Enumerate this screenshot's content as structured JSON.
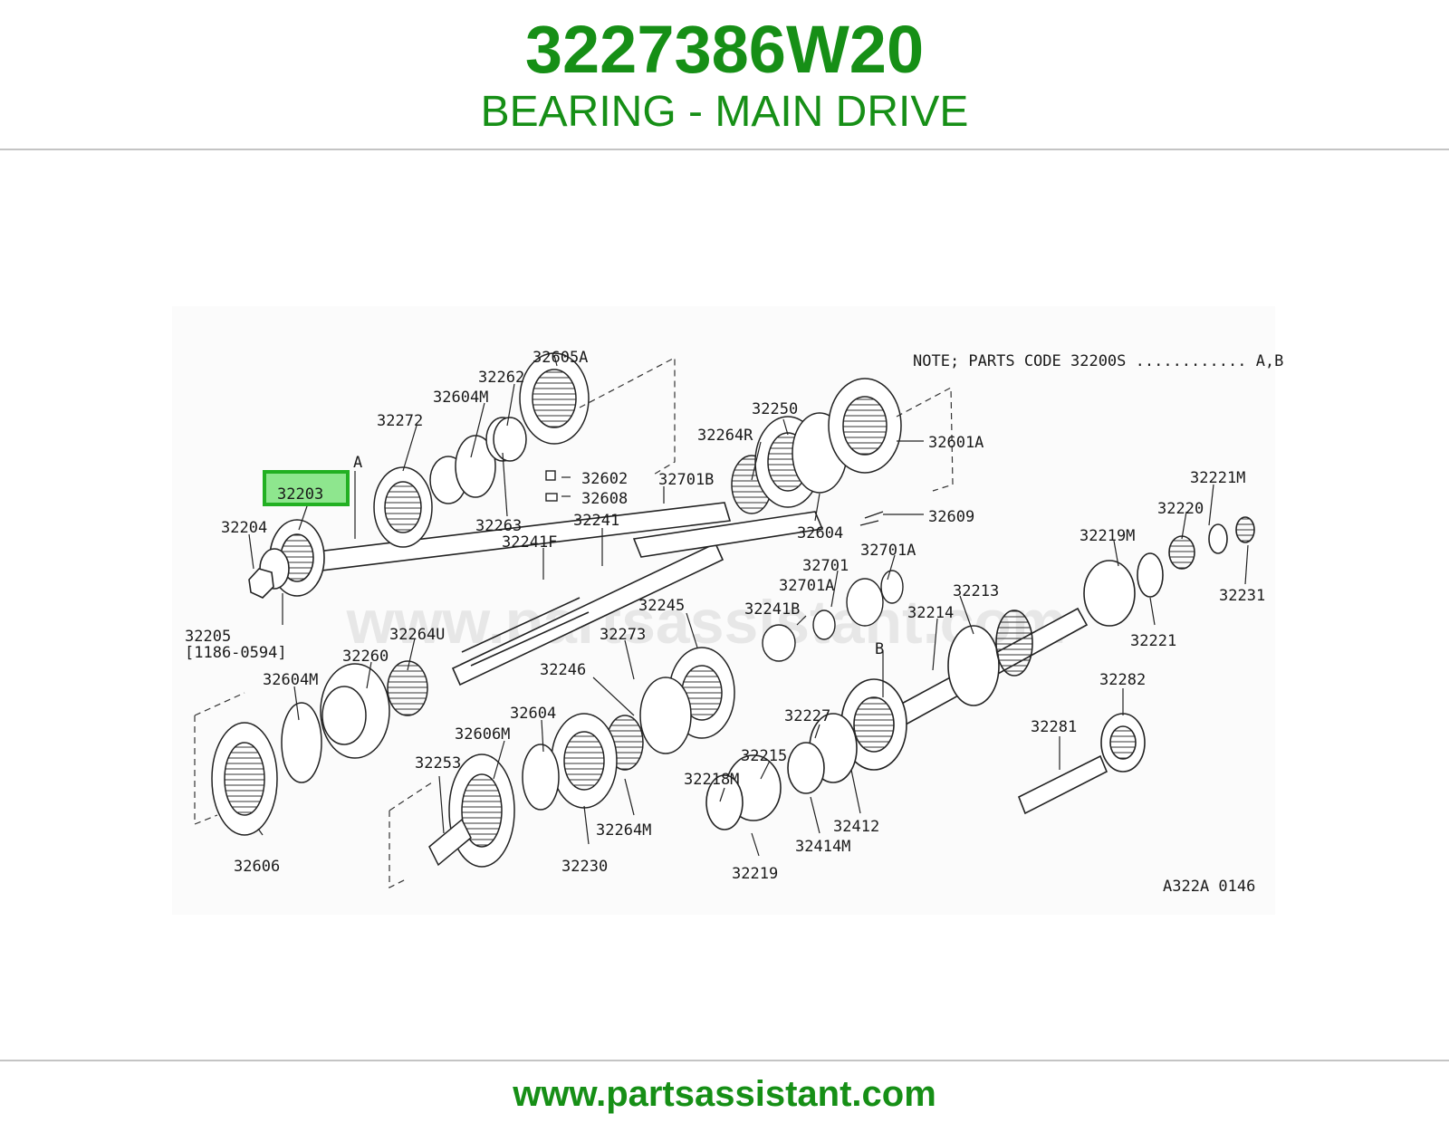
{
  "header": {
    "part_number": "3227386W20",
    "part_name": "BEARING - MAIN DRIVE"
  },
  "colors": {
    "brand_green": "#168f16",
    "highlight_fill": "#8ee68e",
    "highlight_border": "#22b022",
    "divider": "#c4c4c4"
  },
  "diagram": {
    "note": "NOTE; PARTS CODE  32200S ............ A,B",
    "figure_code": "A322A 0146",
    "watermark": "www.partsassistant.com",
    "highlighted_part": "32203",
    "callouts": {
      "c32605A": "32605A",
      "c32262": "32262",
      "c32604M_top": "32604M",
      "c32272": "32272",
      "c32203": "32203",
      "c32204": "32204",
      "c32205": "32205",
      "c32205_range": "[1186-0594]",
      "c32263": "32263",
      "c32602": "32602",
      "c32608": "32608",
      "c32701B": "32701B",
      "c32241": "32241",
      "c32241F": "32241F",
      "c32250": "32250",
      "c32264R": "32264R",
      "c32601A": "32601A",
      "c32604_top": "32604",
      "c32609": "32609",
      "c32221M": "32221M",
      "c32220": "32220",
      "c32219M": "32219M",
      "c32231": "32231",
      "c32221": "32221",
      "c32701": "32701",
      "c32701A_a": "32701A",
      "c32701A_b": "32701A",
      "c32213": "32213",
      "c32214": "32214",
      "c32241B": "32241B",
      "c32245": "32245",
      "c32273": "32273",
      "c32264U": "32264U",
      "c32260": "32260",
      "c32604M_bot": "32604M",
      "c32246": "32246",
      "c32604_bot": "32604",
      "c32606M": "32606M",
      "c32253": "32253",
      "c32606": "32606",
      "c32230": "32230",
      "c32264M": "32264M",
      "c32227": "32227",
      "c32215": "32215",
      "c32218M": "32218M",
      "c32219": "32219",
      "c32414M": "32414M",
      "c32412": "32412",
      "c32282": "32282",
      "c32281": "32281",
      "letterA": "A",
      "letterB": "B"
    }
  },
  "footer": {
    "url": "www.partsassistant.com"
  }
}
